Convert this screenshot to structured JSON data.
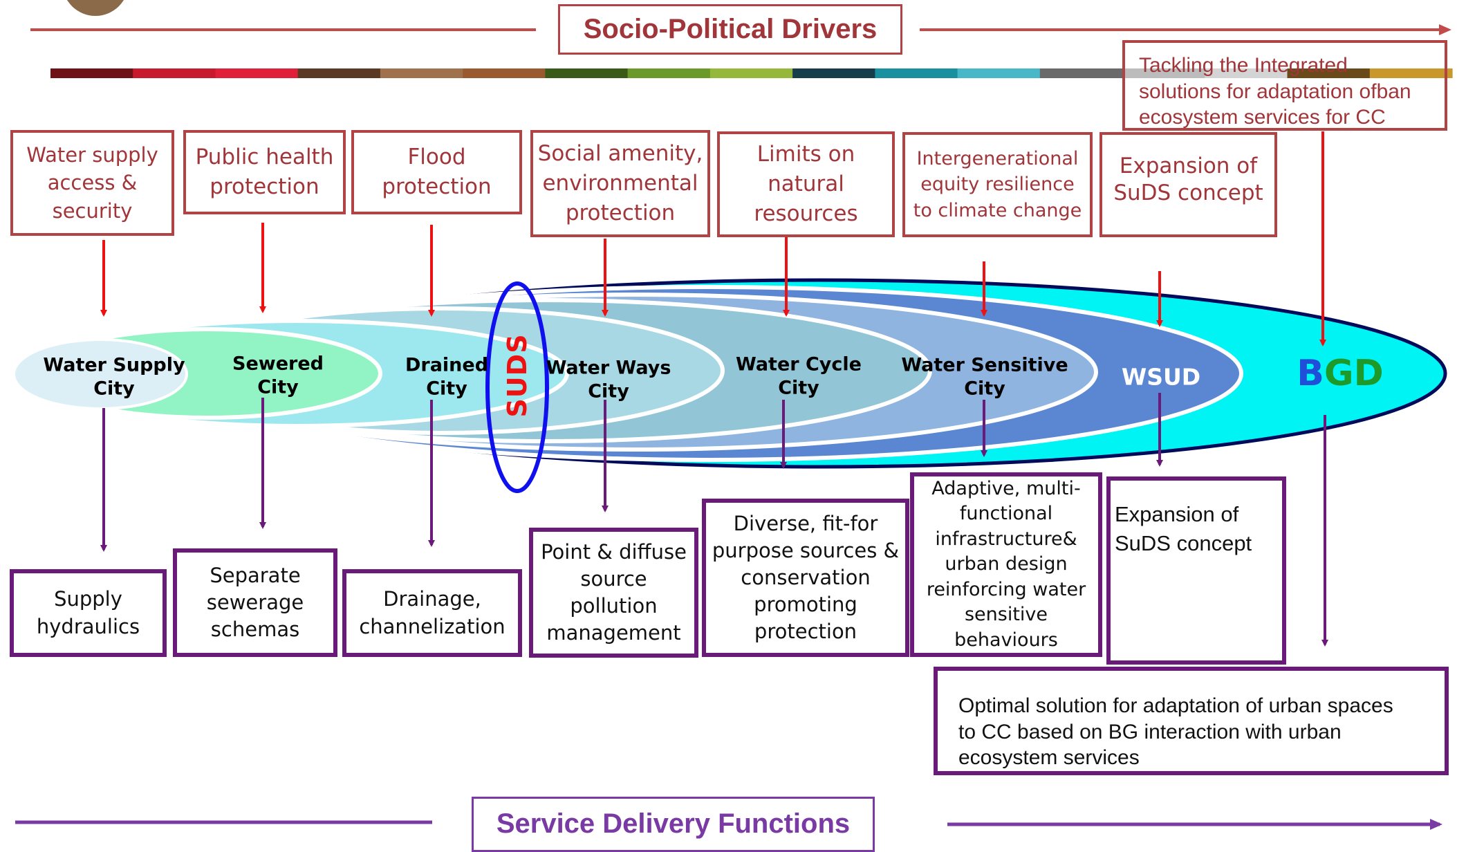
{
  "header": {
    "title": "Socio-Political Drivers"
  },
  "footer": {
    "title": "Service Delivery Functions"
  },
  "tackling": {
    "text": "Tackling the Integrated\nsolutions for adaptation ofban\necosystem services for CC"
  },
  "drivers": [
    "Water supply\naccess &\nsecurity",
    "Public health\nprotection",
    "Flood\nprotection",
    "Social amenity,\nenvironmental\nprotection",
    "Limits on\nnatural\nresources",
    "Intergenerational\nequity resilience\nto climate change",
    "Expansion of\nSuDS concept"
  ],
  "cities": [
    "Water Supply\nCity",
    "Sewered\nCity",
    "Drained\nCity",
    "Water Ways\nCity",
    "Water Cycle\nCity",
    "Water Sensitive\nCity",
    "WSUD"
  ],
  "suds_label": "SUDS",
  "bgd": {
    "b": "B",
    "gd": "GD"
  },
  "services": [
    "Supply\nhydraulics",
    "Separate\nsewerage\nschemas",
    "Drainage,\nchannelization",
    "Point & diffuse\nsource\npollution\nmanagement",
    "Diverse, fit-for\npurpose sources &\nconservation\npromoting\nprotection",
    "Adaptive, multi-\nfunctional\ninfrastructure&\nurban design\nreinforcing water\nsensitive\nbehaviours",
    "Expansion of\nSuDS concept"
  ],
  "optimal": {
    "text": "Optimal solution for adaptation of urban spaces\nto CC based on BG interaction with urban\necosystem services"
  },
  "colors": {
    "driver_border": "#b24345",
    "driver_text": "#a0353a",
    "driver_arrow": "#ee1111",
    "service_border": "#6a1b7a",
    "footer_text": "#7a3aa4",
    "bgd_blue": "#1f4fd8",
    "bgd_green": "#1e9a2a",
    "suds_red": "#ee1111",
    "suds_ring": "#1010ee"
  },
  "color_band": [
    "#6e1218",
    "#c81a2e",
    "#e0203a",
    "#5a3a22",
    "#a0724c",
    "#9a5a30",
    "#3a5a18",
    "#6c9a2a",
    "#96b83a",
    "#163e4a",
    "#1890a0",
    "#48b8c8",
    "#6a6a6a",
    "#bcbcbc",
    "#d4d4d4",
    "#6a4a18",
    "#c8982a"
  ]
}
